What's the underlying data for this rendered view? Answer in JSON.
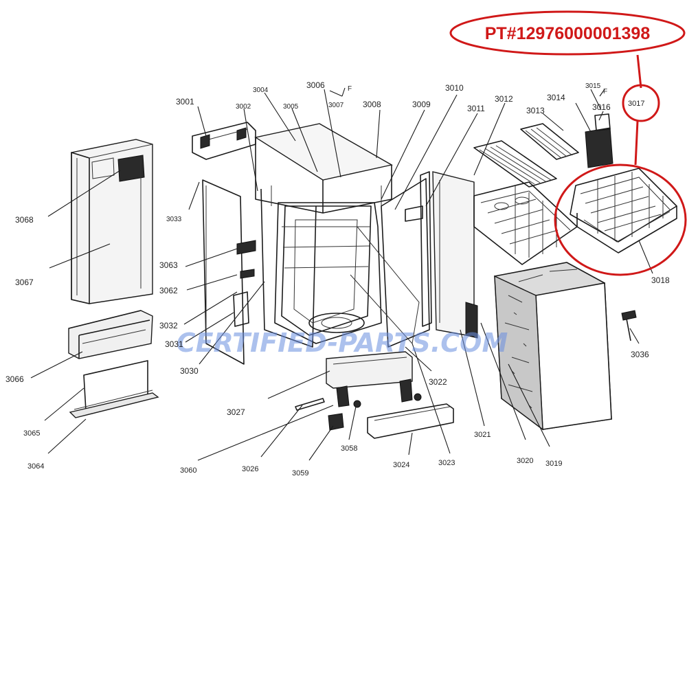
{
  "part_number": "PT#12976000001398",
  "watermark": "CERTIFIED-PARTS.COM",
  "colors": {
    "highlight": "#d01818",
    "watermark": "#6a8fe0",
    "watermark_alt": "#e07a9a"
  },
  "callouts": [
    "3001",
    "3002",
    "3004",
    "3005",
    "3006",
    "F",
    "3007",
    "3008",
    "3009",
    "3010",
    "3011",
    "3012",
    "3013",
    "3014",
    "3015",
    "F",
    "3016",
    "3017",
    "3018",
    "3068",
    "3067",
    "3033",
    "3063",
    "3062",
    "3032",
    "3031",
    "3030",
    "3066",
    "3065",
    "3064",
    "3027",
    "3060",
    "3026",
    "3059",
    "3058",
    "3024",
    "3023",
    "3022",
    "3021",
    "3020",
    "3019",
    "3036"
  ]
}
